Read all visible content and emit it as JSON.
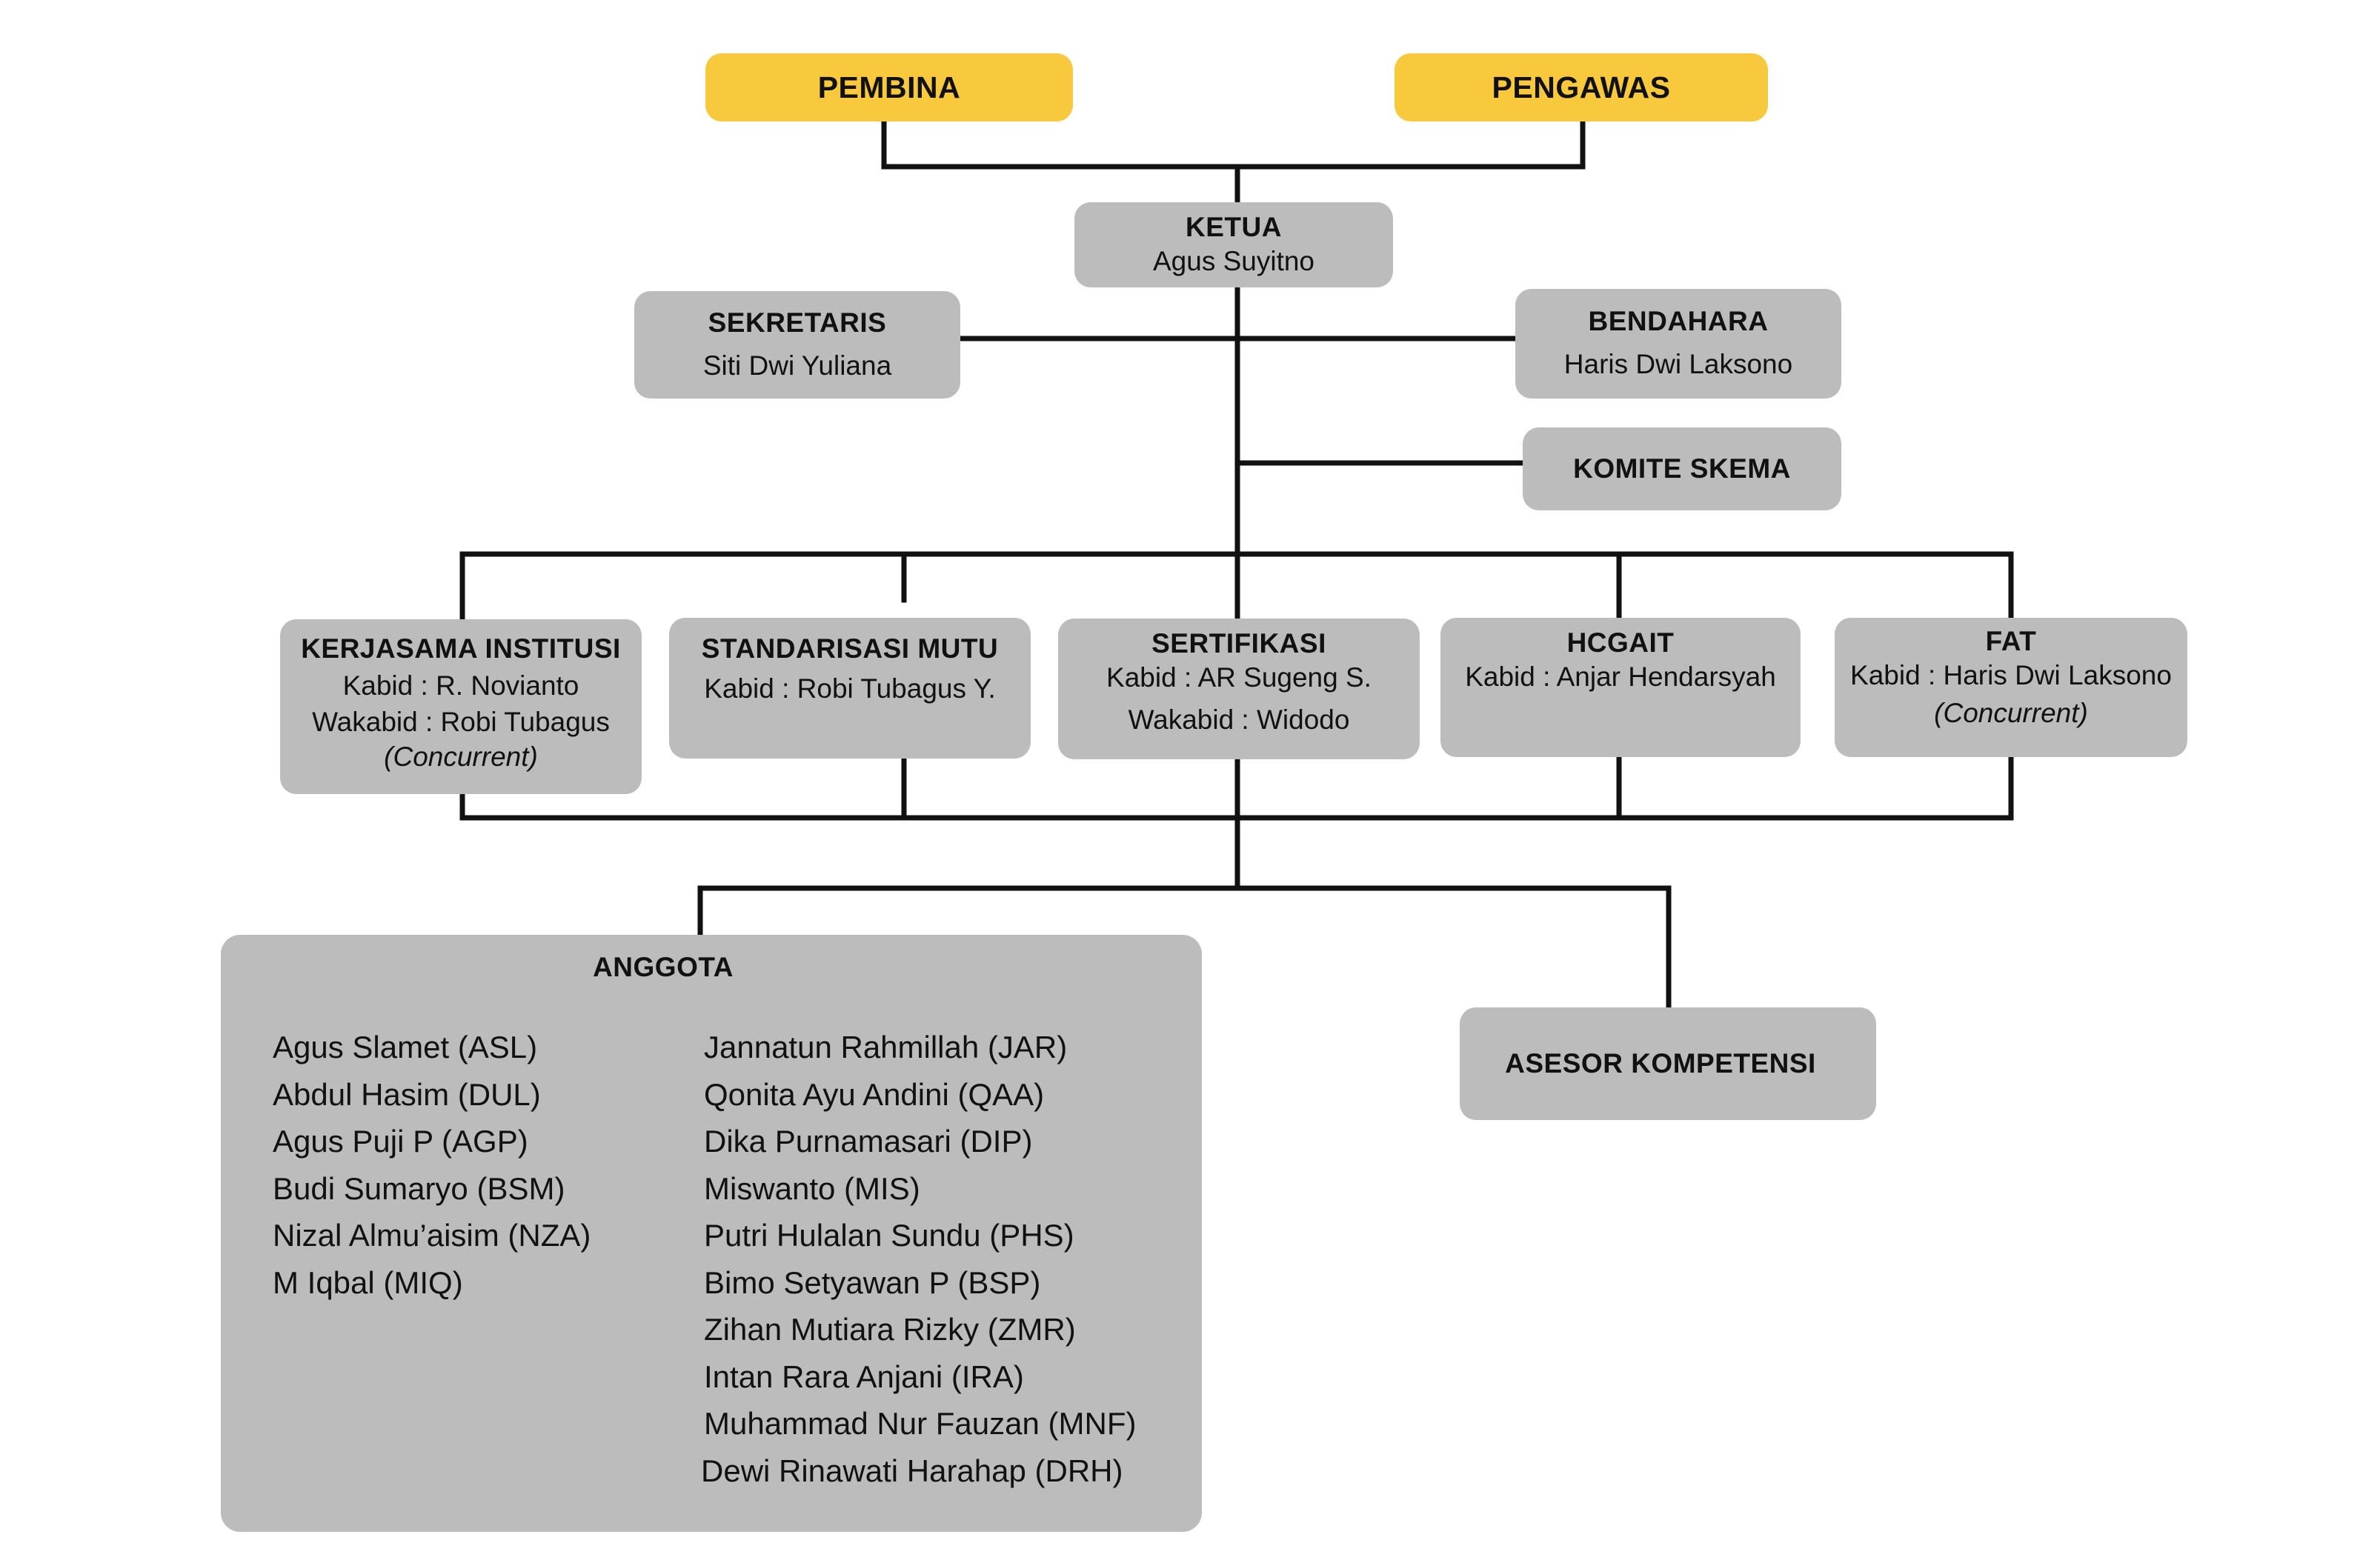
{
  "top": {
    "pembina": "PEMBINA",
    "pengawas": "PENGAWAS"
  },
  "ketua": {
    "title": "KETUA",
    "name": "Agus Suyitno"
  },
  "sekretaris": {
    "title": "SEKRETARIS",
    "name": "Siti Dwi Yuliana"
  },
  "bendahara": {
    "title": "BENDAHARA",
    "name": "Haris Dwi Laksono"
  },
  "komite": {
    "title": "KOMITE SKEMA"
  },
  "divisions": [
    {
      "title": "KERJASAMA INSTITUSI",
      "lines": [
        "Kabid :  R. Novianto",
        "Wakabid : Robi Tubagus"
      ],
      "note": "(Concurrent)"
    },
    {
      "title": "STANDARISASI MUTU",
      "lines": [
        "Kabid :  Robi Tubagus Y."
      ],
      "note": ""
    },
    {
      "title": "SERTIFIKASI",
      "lines": [
        "Kabid :  AR Sugeng S.",
        "Wakabid :  Widodo"
      ],
      "note": ""
    },
    {
      "title": "HCGAIT",
      "lines": [
        "Kabid : Anjar Hendarsyah"
      ],
      "note": ""
    },
    {
      "title": "FAT",
      "lines": [
        "Kabid : Haris Dwi Laksono"
      ],
      "note": "(Concurrent)"
    }
  ],
  "anggota": {
    "title": "ANGGOTA",
    "col1": [
      "Agus Slamet (ASL)",
      "Abdul Hasim (DUL)",
      "Agus Puji P (AGP)",
      "Budi Sumaryo (BSM)",
      "Nizal Almu’aisim (NZA)",
      "M Iqbal (MIQ)"
    ],
    "col2": [
      "Jannatun Rahmillah (JAR)",
      "Qonita Ayu Andini (QAA)",
      "Dika Purnamasari (DIP)",
      "Miswanto (MIS)",
      "Putri Hulalan Sundu (PHS)",
      "Bimo Setyawan P (BSP)",
      "Zihan Mutiara Rizky (ZMR)",
      "Intan Rara Anjani (IRA)",
      "Muhammad Nur Fauzan (MNF)",
      "Dewi Rinawati Harahap (DRH)"
    ]
  },
  "asesor": {
    "title": "ASESOR KOMPETENSI"
  },
  "colors": {
    "node": "#bcbcbc",
    "top_node": "#f8c93d",
    "line": "#111111"
  }
}
